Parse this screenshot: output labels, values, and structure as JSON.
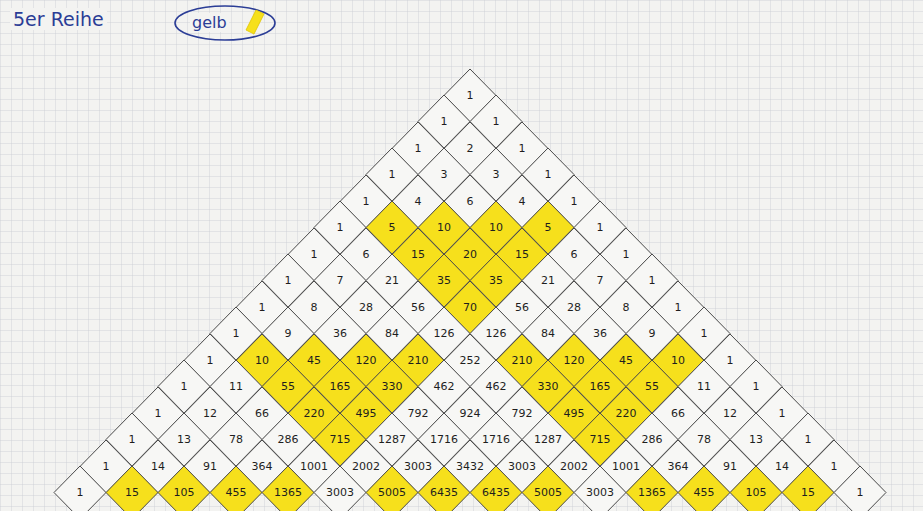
{
  "diagram": {
    "title": "5er Reihe",
    "nodes": [
      {
        "text": [
          "1"
        ]
      },
      {
        "text": [
          "1"
        ]
      },
      {
        "text": [
          "1"
        ]
      },
      {
        "text": [
          "1"
        ]
      },
      {
        "text": [
          "2"
        ]
      },
      {
        "text": [
          "1"
        ]
      },
      {
        "text": [
          "1"
        ]
      },
      {
        "text": [
          "3"
        ]
      },
      {
        "text": [
          "3"
        ]
      },
      {
        "text": [
          "1"
        ]
      },
      {
        "text": [
          "1"
        ]
      },
      {
        "text": [
          "4"
        ]
      },
      {
        "text": [
          "6"
        ]
      },
      {
        "text": [
          "4"
        ]
      },
      {
        "text": [
          "1"
        ]
      },
      {
        "text": [
          "1"
        ]
      },
      {
        "text": [
          "5"
        ]
      },
      {
        "text": [
          "10"
        ]
      },
      {
        "text": [
          "10"
        ]
      },
      {
        "text": [
          "5"
        ]
      },
      {
        "text": [
          "1"
        ]
      },
      {
        "text": [
          "1"
        ]
      },
      {
        "text": [
          "6"
        ]
      },
      {
        "text": [
          "15"
        ]
      },
      {
        "text": [
          "20"
        ]
      },
      {
        "text": [
          "15"
        ]
      },
      {
        "text": [
          "6"
        ]
      },
      {
        "text": [
          "1"
        ]
      },
      {
        "text": [
          "1"
        ]
      },
      {
        "text": [
          "7"
        ]
      },
      {
        "text": [
          "21"
        ]
      },
      {
        "text": [
          "35"
        ]
      },
      {
        "text": [
          "35"
        ]
      },
      {
        "text": [
          "21"
        ]
      },
      {
        "text": [
          "7"
        ]
      },
      {
        "text": [
          "1"
        ]
      },
      {
        "text": [
          "1"
        ]
      },
      {
        "text": [
          "8"
        ]
      },
      {
        "text": [
          "28"
        ]
      },
      {
        "text": [
          "56"
        ]
      },
      {
        "text": [
          "70"
        ]
      },
      {
        "text": [
          "56"
        ]
      },
      {
        "text": [
          "28"
        ]
      },
      {
        "text": [
          "8"
        ]
      },
      {
        "text": [
          "1"
        ]
      },
      {
        "text": [
          "1"
        ]
      },
      {
        "text": [
          "9"
        ]
      },
      {
        "text": [
          "36"
        ]
      },
      {
        "text": [
          "84"
        ]
      },
      {
        "text": [
          "126"
        ]
      },
      {
        "text": [
          "126"
        ]
      },
      {
        "text": [
          "84"
        ]
      },
      {
        "text": [
          "36"
        ]
      },
      {
        "text": [
          "9"
        ]
      },
      {
        "text": [
          "1"
        ]
      },
      {
        "text": [
          "1"
        ]
      },
      {
        "text": [
          "10"
        ]
      },
      {
        "text": [
          "45"
        ]
      },
      {
        "text": [
          "120"
        ]
      },
      {
        "text": [
          "210"
        ]
      },
      {
        "text": [
          "252"
        ]
      },
      {
        "text": [
          "210"
        ]
      },
      {
        "text": [
          "120"
        ]
      },
      {
        "text": [
          "45"
        ]
      },
      {
        "text": [
          "10"
        ]
      },
      {
        "text": [
          "1"
        ]
      },
      {
        "text": [
          "1"
        ]
      },
      {
        "text": [
          "11"
        ]
      },
      {
        "text": [
          "55"
        ]
      },
      {
        "text": [
          "165"
        ]
      },
      {
        "text": [
          "330"
        ]
      },
      {
        "text": [
          "462"
        ]
      },
      {
        "text": [
          "462"
        ]
      },
      {
        "text": [
          "330"
        ]
      },
      {
        "text": [
          "165"
        ]
      },
      {
        "text": [
          "55"
        ]
      },
      {
        "text": [
          "11"
        ]
      },
      {
        "text": [
          "1"
        ]
      },
      {
        "text": [
          "1"
        ]
      },
      {
        "text": [
          "12"
        ]
      },
      {
        "text": [
          "66"
        ]
      },
      {
        "text": [
          "220"
        ]
      },
      {
        "text": [
          "495"
        ]
      },
      {
        "text": [
          "792"
        ]
      },
      {
        "text": [
          "924"
        ]
      },
      {
        "text": [
          "792"
        ]
      },
      {
        "text": [
          "495"
        ]
      },
      {
        "text": [
          "220"
        ]
      },
      {
        "text": [
          "66"
        ]
      },
      {
        "text": [
          "12"
        ]
      },
      {
        "text": [
          "1"
        ]
      },
      {
        "text": [
          "1"
        ]
      },
      {
        "text": [
          "13"
        ]
      },
      {
        "text": [
          "78"
        ]
      },
      {
        "text": [
          "286"
        ]
      },
      {
        "text": [
          "715"
        ]
      },
      {
        "text": [
          "1287"
        ]
      },
      {
        "text": [
          "1716"
        ]
      },
      {
        "text": [
          "1716"
        ]
      },
      {
        "text": [
          "1287"
        ]
      },
      {
        "text": [
          "715"
        ]
      },
      {
        "text": [
          "286"
        ]
      },
      {
        "text": [
          "78"
        ]
      },
      {
        "text": [
          "13"
        ]
      },
      {
        "text": [
          "1"
        ]
      },
      {
        "text": [
          "1"
        ]
      },
      {
        "text": [
          "14"
        ]
      },
      {
        "text": [
          "91"
        ]
      },
      {
        "text": [
          "364"
        ]
      },
      {
        "text": [
          "1001"
        ]
      },
      {
        "text": [
          "2002"
        ]
      },
      {
        "text": [
          "3003"
        ]
      },
      {
        "text": [
          "3432"
        ]
      },
      {
        "text": [
          "3003"
        ]
      },
      {
        "text": [
          "2002"
        ]
      },
      {
        "text": [
          "1001"
        ]
      },
      {
        "text": [
          "364"
        ]
      },
      {
        "text": [
          "91"
        ]
      },
      {
        "text": [
          "14"
        ]
      },
      {
        "text": [
          "1"
        ]
      },
      {
        "text": [
          "1"
        ]
      },
      {
        "text": [
          "15"
        ]
      },
      {
        "text": [
          "105"
        ]
      },
      {
        "text": [
          "455"
        ]
      },
      {
        "text": [
          "1365"
        ]
      },
      {
        "text": [
          "3003"
        ]
      },
      {
        "text": [
          "5005"
        ]
      },
      {
        "text": [
          "6435"
        ]
      },
      {
        "text": [
          "6435"
        ]
      },
      {
        "text": [
          "5005"
        ]
      },
      {
        "text": [
          "3003"
        ]
      },
      {
        "text": [
          "1365"
        ]
      },
      {
        "text": [
          "455"
        ]
      },
      {
        "text": [
          "105"
        ]
      },
      {
        "text": [
          "15"
        ]
      },
      {
        "text": [
          "1"
        ]
      }
    ],
    "legend": [
      {
        "text": "gelb",
        "color": "#f6e01c"
      }
    ]
  }
}
